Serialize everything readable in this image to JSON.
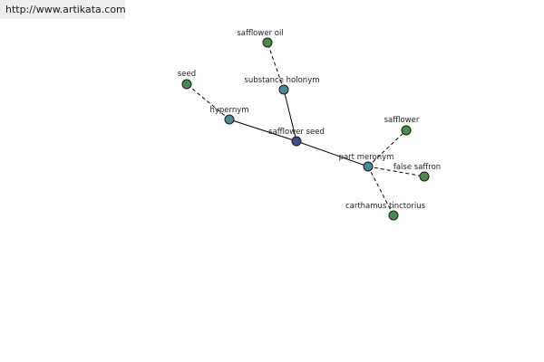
{
  "watermark": "http://www.artikata.com",
  "colors": {
    "center": "#3c4f8c",
    "relation": "#4a8a96",
    "leaf": "#4a8a4a"
  },
  "nodes": [
    {
      "id": "safflower-seed",
      "label": "safflower seed",
      "kind": "center"
    },
    {
      "id": "substance-holonym",
      "label": "substance holonym",
      "kind": "relation"
    },
    {
      "id": "hypernym",
      "label": "hypernym",
      "kind": "relation"
    },
    {
      "id": "part-meronym",
      "label": "part meronym",
      "kind": "relation"
    },
    {
      "id": "safflower-oil",
      "label": "safflower oil",
      "kind": "leaf"
    },
    {
      "id": "seed",
      "label": "seed",
      "kind": "leaf"
    },
    {
      "id": "safflower",
      "label": "safflower",
      "kind": "leaf"
    },
    {
      "id": "false-saffron",
      "label": "false saffron",
      "kind": "leaf"
    },
    {
      "id": "carthamus-tinctorius",
      "label": "carthamus tinctorius",
      "kind": "leaf"
    }
  ],
  "edges": [
    {
      "from": "safflower-seed",
      "to": "substance-holonym",
      "style": "solid"
    },
    {
      "from": "safflower-seed",
      "to": "hypernym",
      "style": "solid"
    },
    {
      "from": "safflower-seed",
      "to": "part-meronym",
      "style": "solid"
    },
    {
      "from": "substance-holonym",
      "to": "safflower-oil",
      "style": "dashed"
    },
    {
      "from": "hypernym",
      "to": "seed",
      "style": "dashed"
    },
    {
      "from": "part-meronym",
      "to": "safflower",
      "style": "dashed"
    },
    {
      "from": "part-meronym",
      "to": "false-saffron",
      "style": "dashed"
    },
    {
      "from": "part-meronym",
      "to": "carthamus-tinctorius",
      "style": "dashed"
    }
  ]
}
